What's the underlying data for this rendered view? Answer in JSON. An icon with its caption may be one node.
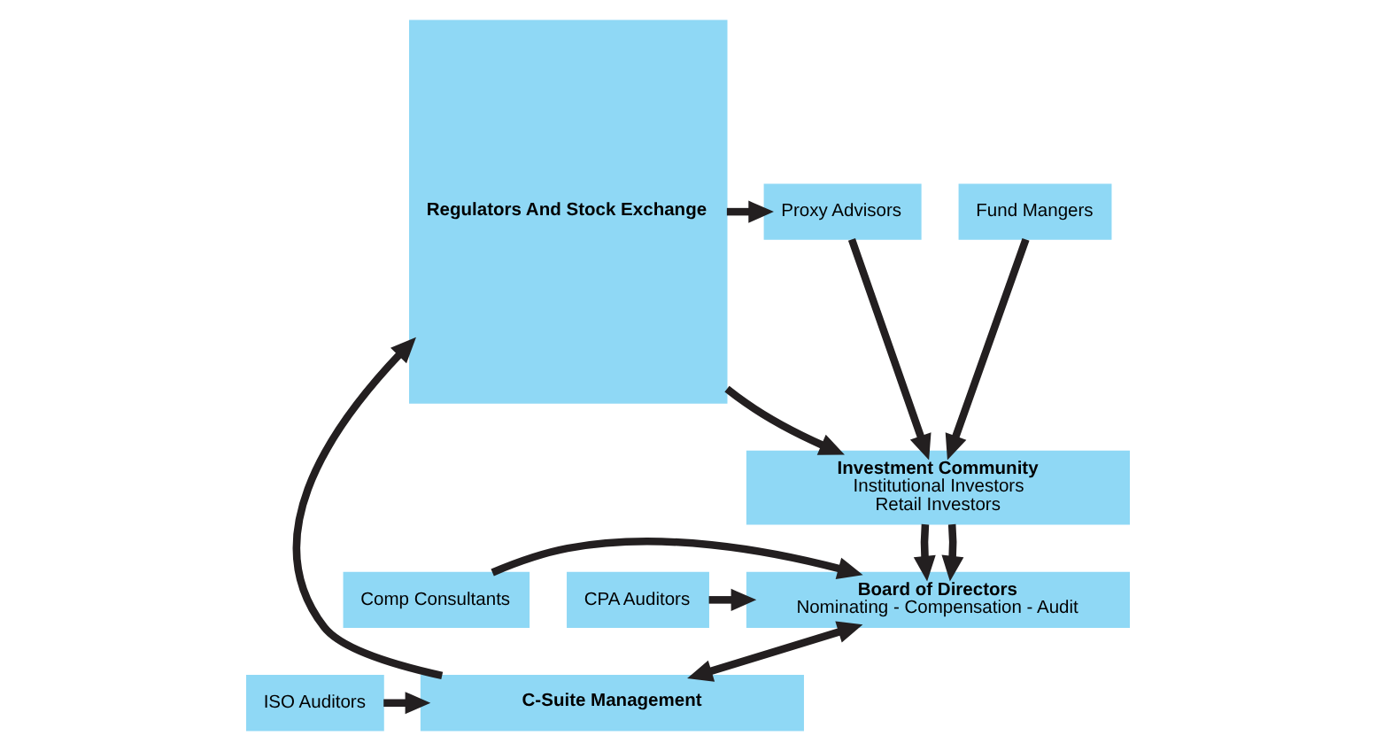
{
  "diagram": {
    "nodes": [
      {
        "text": [
          "Regulators And Stock Exchange"
        ]
      },
      {
        "text": [
          "Investment Community",
          "Institutional Investors",
          "Retail Investors"
        ]
      },
      {
        "text": [
          "Proxy Advisors"
        ]
      },
      {
        "text": [
          "Fund Mangers"
        ]
      },
      {
        "text": [
          "Board of Directors",
          "Nominating - Compensation - Audit"
        ]
      },
      {
        "text": [
          "Comp Consultants"
        ]
      },
      {
        "text": [
          "CPA Auditors"
        ]
      },
      {
        "text": [
          "C-Suite Management"
        ]
      },
      {
        "text": [
          "ISO Auditors"
        ]
      }
    ],
    "edges": [
      {
        "from": 0,
        "to": 1,
        "arrow": "to"
      },
      {
        "from": 0,
        "to": 2,
        "arrow": "to"
      },
      {
        "from": 2,
        "to": 1,
        "arrow": "to"
      },
      {
        "from": 3,
        "to": 1,
        "arrow": "to"
      },
      {
        "from": 1,
        "to": 4,
        "arrow": "to"
      },
      {
        "from": 1,
        "to": 4,
        "arrow": "to"
      },
      {
        "from": 5,
        "to": 4,
        "arrow": "to"
      },
      {
        "from": 6,
        "to": 4,
        "arrow": "to"
      },
      {
        "from": 4,
        "to": 7,
        "arrow": "both"
      },
      {
        "from": 8,
        "to": 7,
        "arrow": "to"
      },
      {
        "from": 7,
        "to": 0,
        "arrow": "to"
      }
    ]
  }
}
